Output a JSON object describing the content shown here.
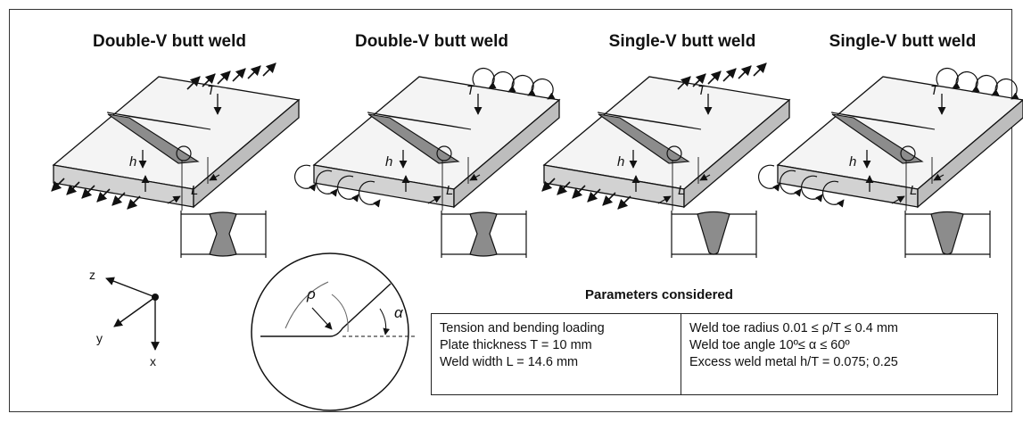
{
  "panels": [
    {
      "title": "Double-V butt weld",
      "weld": "double-v",
      "load": "tension"
    },
    {
      "title": "Double-V butt weld",
      "weld": "double-v",
      "load": "bending"
    },
    {
      "title": "Single-V butt weld",
      "weld": "single-v",
      "load": "tension"
    },
    {
      "title": "Single-V butt weld",
      "weld": "single-v",
      "load": "bending"
    }
  ],
  "dimension_labels": {
    "thickness": "T",
    "height": "h",
    "width": "L"
  },
  "axes": {
    "x": "x",
    "y": "y",
    "z": "z"
  },
  "detail": {
    "radius_symbol": "ρ",
    "angle_symbol": "α"
  },
  "parameters": {
    "title": "Parameters considered",
    "left": [
      "Tension and bending loading",
      "Plate thickness T =  10 mm",
      "Weld width L = 14.6 mm"
    ],
    "right": [
      "Weld toe radius 0.01 ≤ ρ/T ≤ 0.4 mm",
      "Weld toe angle 10º≤ α ≤ 60º",
      "Excess weld metal h/T =  0.075; 0.25"
    ]
  },
  "colors": {
    "plate_top": "#f4f4f4",
    "plate_side": "#d2d2d2",
    "weld": "#8c8c8c",
    "line": "#111111"
  }
}
